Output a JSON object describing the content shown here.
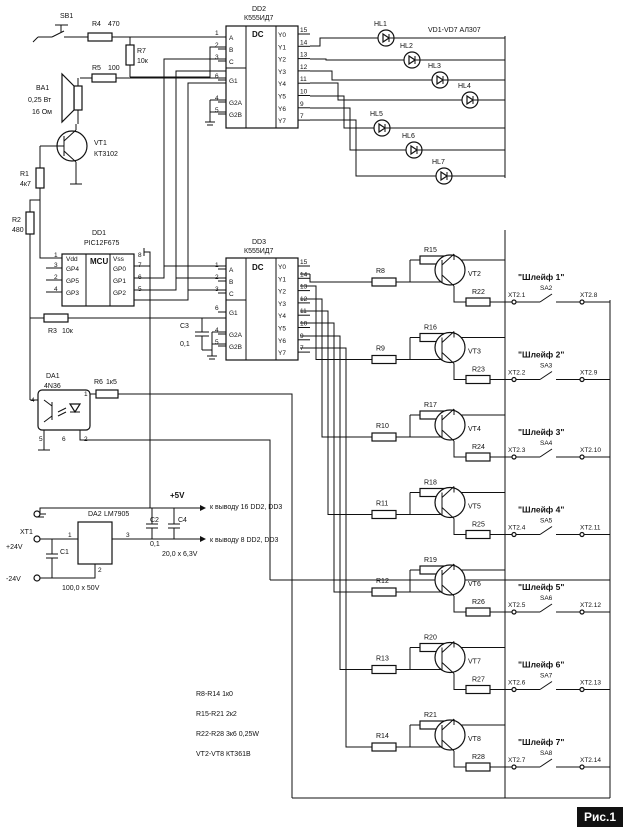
{
  "figure_label": "Рис.1",
  "dd2": {
    "ref": "DD2",
    "part": "К555ИД7",
    "dc": "DC",
    "inputs": [
      "A",
      "B",
      "C",
      "G1",
      "G2A",
      "G2B"
    ],
    "pins_in": [
      "1",
      "2",
      "3",
      "6",
      "4",
      "5"
    ],
    "outputs": [
      "Y0",
      "Y1",
      "Y2",
      "Y3",
      "Y4",
      "Y5",
      "Y6",
      "Y7"
    ],
    "pins_out": [
      "15",
      "14",
      "13",
      "12",
      "11",
      "10",
      "9",
      "7"
    ]
  },
  "dd3": {
    "ref": "DD3",
    "part": "К555ИД7",
    "dc": "DC",
    "inputs": [
      "A",
      "B",
      "C",
      "G1",
      "G2A",
      "G2B"
    ],
    "pins_in": [
      "1",
      "2",
      "3",
      "6",
      "4",
      "5"
    ],
    "outputs": [
      "Y0",
      "Y1",
      "Y2",
      "Y3",
      "Y4",
      "Y5",
      "Y6",
      "Y7"
    ],
    "pins_out": [
      "15",
      "14",
      "13",
      "12",
      "11",
      "10",
      "9",
      "7"
    ]
  },
  "dd1": {
    "ref": "DD1",
    "part": "PIC12F675",
    "mcu": "MCU",
    "left": [
      "Vdd",
      "GP4",
      "GP5",
      "GP3"
    ],
    "left_pins": [
      "1",
      "3",
      "2",
      "4"
    ],
    "right": [
      "Vss",
      "GP0",
      "GP1",
      "GP2"
    ],
    "right_pins": [
      "8",
      "7",
      "6",
      "5"
    ]
  },
  "da1": {
    "ref": "DA1",
    "part": "4N36",
    "pins": [
      "4",
      "5",
      "6",
      "1",
      "2"
    ]
  },
  "da2": {
    "ref": "DA2",
    "part": "LM7905",
    "pins": [
      "1",
      "3",
      "2"
    ]
  },
  "sb1": "SB1",
  "ba1": {
    "ref": "BA1",
    "spec1": "0,25 Вт",
    "spec2": "16 Ом"
  },
  "vt1": {
    "ref": "VT1",
    "part": "КТ3102"
  },
  "resistors": {
    "r4": [
      "R4",
      "470"
    ],
    "r7": [
      "R7",
      "10к"
    ],
    "r5": [
      "R5",
      "100"
    ],
    "r1": [
      "R1",
      "4к7"
    ],
    "r2": [
      "R2",
      "480"
    ],
    "r3": [
      "R3",
      "10к"
    ],
    "r6": [
      "R6",
      "1к5"
    ]
  },
  "caps": {
    "c3": [
      "C3",
      "0,1"
    ],
    "c2": [
      "C2",
      "0,1"
    ],
    "c4": [
      "C4",
      "20,0 x 6,3V"
    ],
    "c1": [
      "C1",
      "100,0 x 50V"
    ]
  },
  "leds": [
    "HL1",
    "HL2",
    "HL3",
    "HL4",
    "HL5",
    "HL6",
    "HL7"
  ],
  "led_note": "VD1-VD7  АЛ307",
  "supply": {
    "plus5": "+5V",
    "to16": "к выводу 16 DD2, DD3",
    "to8": "к выводу 8 DD2, DD3",
    "xt1": "XT1",
    "p24": "+24V",
    "m24": "-24V"
  },
  "channels": [
    {
      "rb": "R8",
      "rt": "R15",
      "rc": "R22",
      "vt": "VT2",
      "xa": "XT2.1",
      "sa": "SA2",
      "xb": "XT2.8",
      "loop": "\"Шлейф 1\""
    },
    {
      "rb": "R9",
      "rt": "R16",
      "rc": "R23",
      "vt": "VT3",
      "xa": "XT2.2",
      "sa": "SA3",
      "xb": "XT2.9",
      "loop": "\"Шлейф 2\""
    },
    {
      "rb": "R10",
      "rt": "R17",
      "rc": "R24",
      "vt": "VT4",
      "xa": "XT2.3",
      "sa": "SA4",
      "xb": "XT2.10",
      "loop": "\"Шлейф 3\""
    },
    {
      "rb": "R11",
      "rt": "R18",
      "rc": "R25",
      "vt": "VT5",
      "xa": "XT2.4",
      "sa": "SA5",
      "xb": "XT2.11",
      "loop": "\"Шлейф 4\""
    },
    {
      "rb": "R12",
      "rt": "R19",
      "rc": "R26",
      "vt": "VT6",
      "xa": "XT2.5",
      "sa": "SA6",
      "xb": "XT2.12",
      "loop": "\"Шлейф 5\""
    },
    {
      "rb": "R13",
      "rt": "R20",
      "rc": "R27",
      "vt": "VT7",
      "xa": "XT2.6",
      "sa": "SA7",
      "xb": "XT2.13",
      "loop": "\"Шлейф 6\""
    },
    {
      "rb": "R14",
      "rt": "R21",
      "rc": "R28",
      "vt": "VT8",
      "xa": "XT2.7",
      "sa": "SA8",
      "xb": "XT2.14",
      "loop": "\"Шлейф 7\""
    }
  ],
  "notes": [
    "R8-R14  1к0",
    "R15-R21  2к2",
    "R22-R28  3к6 0,25W",
    "VT2-VT8  КТ361В"
  ]
}
